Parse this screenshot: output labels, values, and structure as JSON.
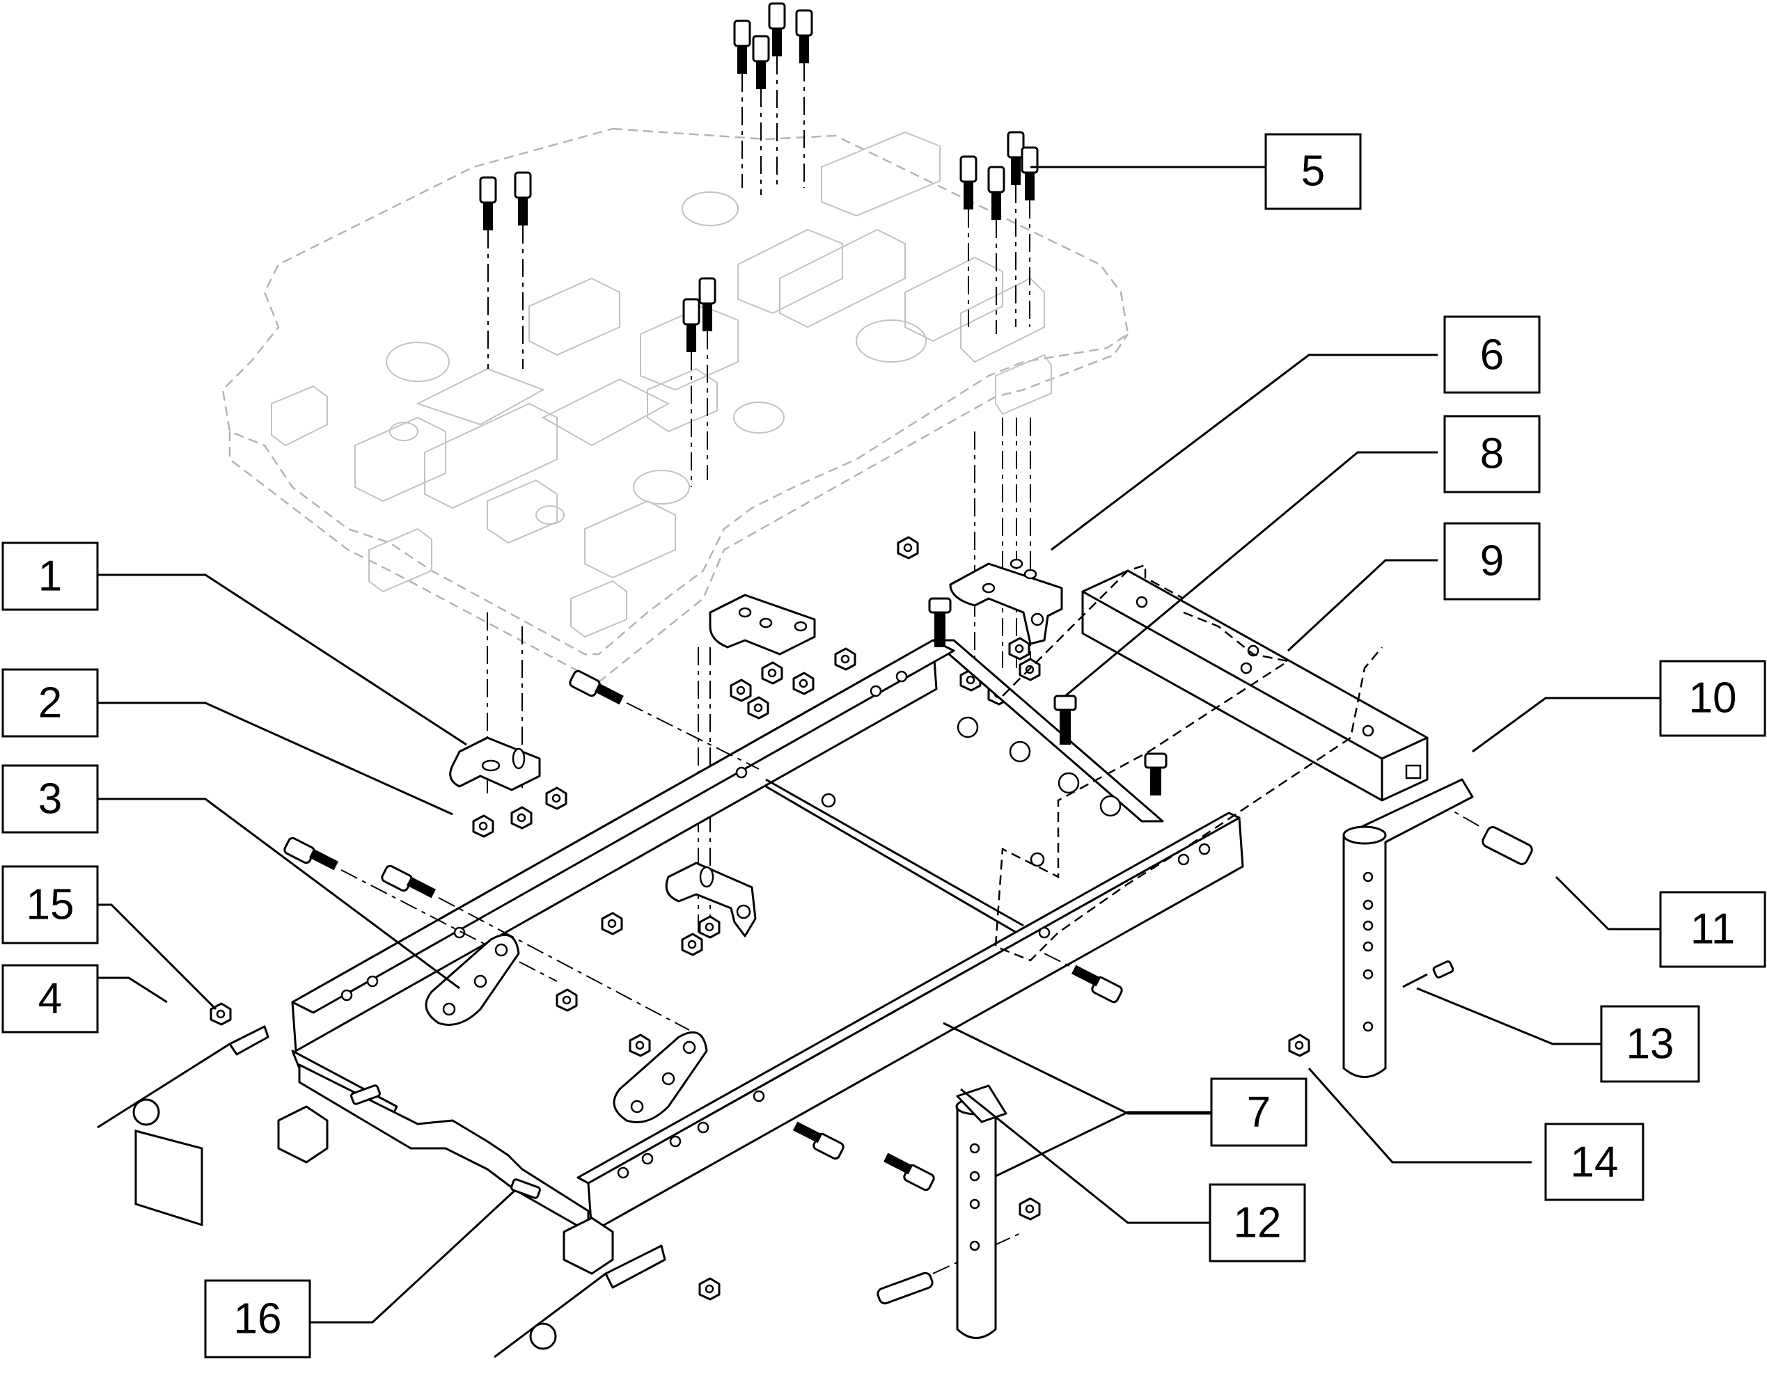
{
  "diagram": {
    "callouts": [
      {
        "id": "1",
        "label": "1"
      },
      {
        "id": "2",
        "label": "2"
      },
      {
        "id": "3",
        "label": "3"
      },
      {
        "id": "4",
        "label": "4"
      },
      {
        "id": "5",
        "label": "5"
      },
      {
        "id": "6",
        "label": "6"
      },
      {
        "id": "7",
        "label": "7"
      },
      {
        "id": "8",
        "label": "8"
      },
      {
        "id": "9",
        "label": "9"
      },
      {
        "id": "10",
        "label": "10"
      },
      {
        "id": "11",
        "label": "11"
      },
      {
        "id": "12",
        "label": "12"
      },
      {
        "id": "13",
        "label": "13"
      },
      {
        "id": "14",
        "label": "14"
      },
      {
        "id": "15",
        "label": "15"
      },
      {
        "id": "16",
        "label": "16"
      }
    ],
    "colors": {
      "line": "#000000",
      "ghost_line": "#b4b4b4",
      "background": "#ffffff"
    }
  }
}
